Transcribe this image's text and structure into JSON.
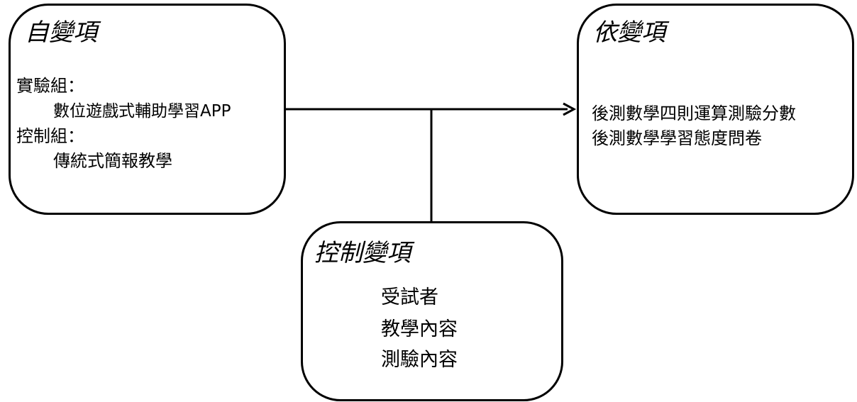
{
  "independent_variable": {
    "title": "自變項",
    "lines": [
      "實驗組：",
      "數位遊戲式輔助學習APP",
      "控制組：",
      "傳統式簡報教學"
    ]
  },
  "dependent_variable": {
    "title": "依變項",
    "lines": [
      "後測數學四則運算測驗分數",
      "後測數學學習態度問卷"
    ]
  },
  "control_variable": {
    "title": "控制變項",
    "lines": [
      "受試者",
      "教學內容",
      "測驗內容"
    ]
  }
}
